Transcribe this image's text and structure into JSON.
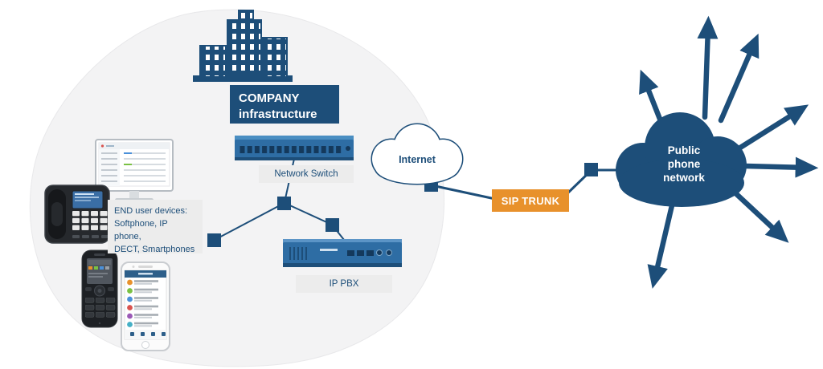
{
  "diagram": {
    "company": {
      "line1": "COMPANY",
      "line2": "infrastructure"
    },
    "network_switch_label": "Network Switch",
    "ip_pbx_label": "IP PBX",
    "internet_label": "Internet",
    "sip_trunk_label": "SIP TRUNK",
    "public_network": {
      "line1": "Public",
      "line2": "phone",
      "line3": "network"
    },
    "end_user_devices_label": "END user devices:\nSoftphone, IP phone,\nDECT, Smartphones"
  },
  "colors": {
    "navy": "#1d4e79",
    "orange": "#e8912b",
    "label_gray": "#ececec",
    "blob_gray": "#f3f3f4",
    "device_blue": "#2e6da4"
  },
  "icons": [
    "building-icon",
    "network-switch-icon",
    "ip-pbx-icon",
    "internet-cloud-icon",
    "public-cloud-icon",
    "monitor-softphone-icon",
    "desk-phone-icon",
    "dect-handset-icon",
    "smartphone-icon",
    "connector-node-icon",
    "arrow-icon"
  ]
}
